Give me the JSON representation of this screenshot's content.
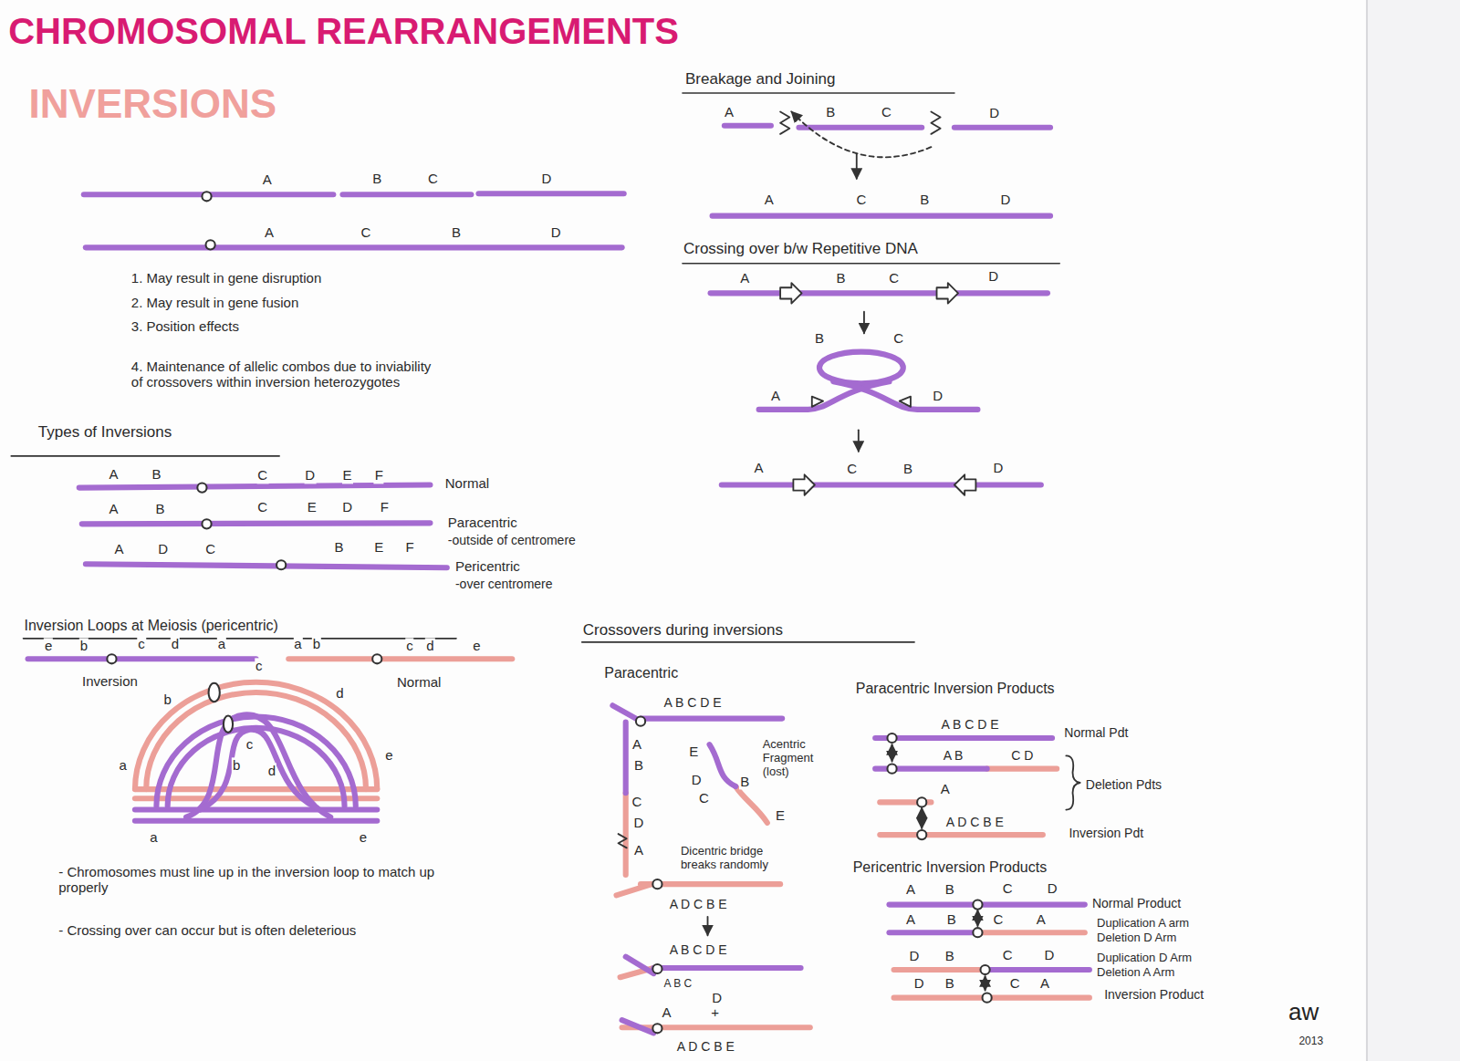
{
  "diagram": {
    "title": "CHROMOSOMAL REARRANGEMENTS",
    "labels": [
      "INVERSIONS",
      "A",
      "B",
      "C",
      "D",
      "A",
      "C",
      "B",
      "D",
      "1. May result in gene disruption",
      "2. May result in gene fusion",
      "3. Position effects",
      "4. Maintenance of allelic combos due to inviability of crossovers within inversion heterozygotes",
      "Types of Inversions",
      "A",
      "B",
      "C",
      "D",
      "E",
      "F",
      "Normal",
      "A",
      "B",
      "C",
      "E",
      "D",
      "F",
      "Paracentric",
      "-outside of centromere",
      "A",
      "D",
      "C",
      "B",
      "E",
      "F",
      "Pericentric",
      "-over centromere",
      "Inversion Loops at Meiosis (pericentric)",
      "e",
      "b",
      "c",
      "d",
      "a",
      "Inversion",
      "a",
      "b",
      "c",
      "d",
      "e",
      "Normal",
      "c",
      "b",
      "d",
      "a",
      "e",
      "c",
      "b",
      "d",
      "a",
      "e",
      "- Chromosomes must line up in the inversion loop to match up properly",
      "- Crossing over can occur but is often deleterious",
      "Breakage and Joining",
      "A",
      "B",
      "C",
      "D",
      "A",
      "C",
      "B",
      "D",
      "Crossing over b/w Repetitive DNA",
      "A",
      "B",
      "C",
      "D",
      "B",
      "C",
      "A",
      "D",
      "A",
      "C",
      "B",
      "D",
      "Crossovers during inversions",
      "Paracentric",
      "A B C D E",
      "A",
      "B",
      "C",
      "D",
      "A",
      "E",
      "D",
      "C",
      "B",
      "E",
      "Acentric Fragment (lost)",
      "Dicentric bridge breaks randomly",
      "A D C B E",
      "A B C D E",
      "A B C",
      "D",
      "A",
      "+",
      "A D C B E",
      "Paracentric Inversion Products",
      "A B C D E",
      "Normal Pdt",
      "A B",
      "C D",
      "A",
      "Deletion Pdts",
      "A D C B E",
      "Inversion Pdt",
      "Pericentric Inversion Products",
      "A",
      "B",
      "C",
      "D",
      "Normal Product",
      "A",
      "B",
      "C",
      "A",
      "Duplication A arm",
      "Deletion D Arm",
      "D",
      "B",
      "C",
      "D",
      "Duplication D Arm",
      "Deletion A Arm",
      "D",
      "B",
      "C",
      "A",
      "Inversion Product",
      "aw",
      "2013"
    ]
  }
}
